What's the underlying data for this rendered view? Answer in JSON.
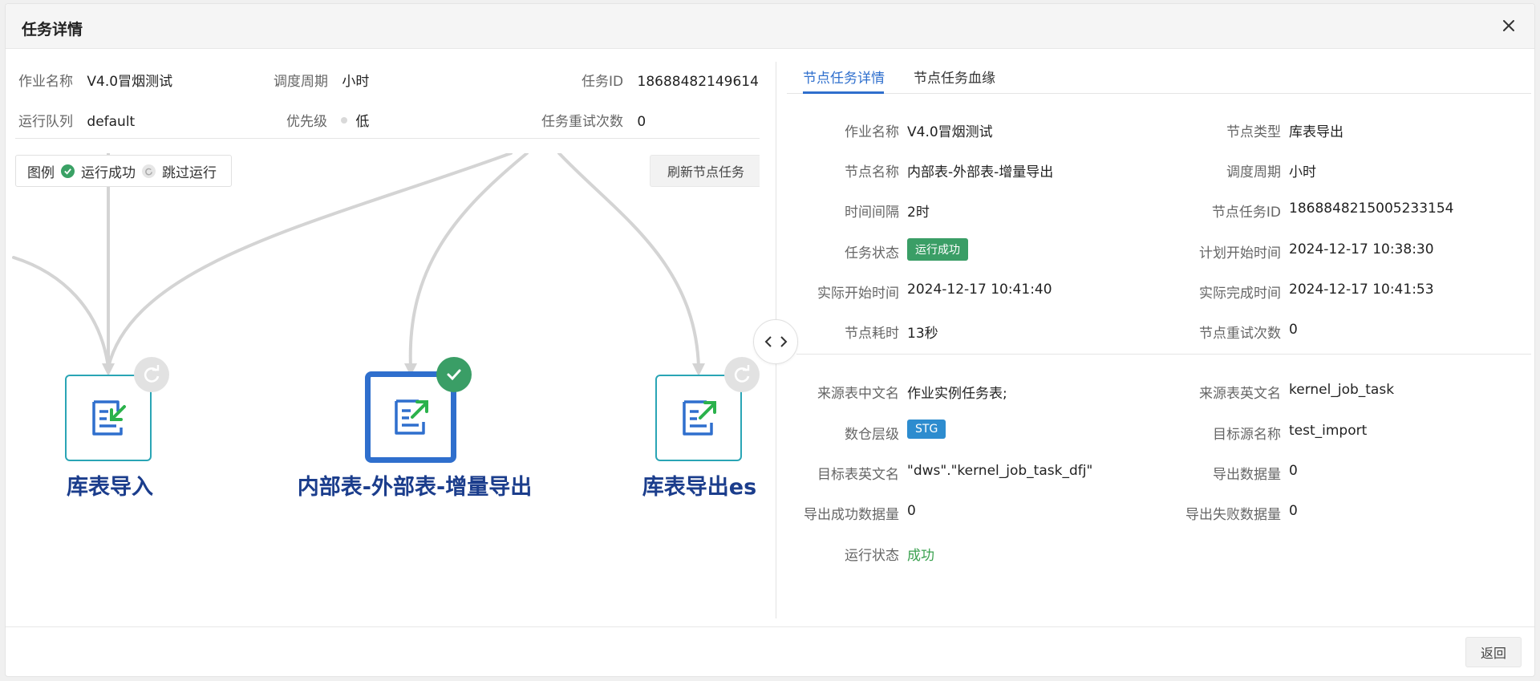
{
  "modal": {
    "title": "任务详情"
  },
  "job_info": {
    "job_name_label": "作业名称",
    "job_name": "V4.0冒烟测试",
    "cycle_label": "调度周期",
    "cycle": "小时",
    "task_id_label": "任务ID",
    "task_id": "18688482149614...",
    "queue_label": "运行队列",
    "queue": "default",
    "priority_label": "优先级",
    "priority": "低",
    "retry_label": "任务重试次数",
    "retry": "0"
  },
  "legend": {
    "title": "图例",
    "success": "运行成功",
    "skip": "跳过运行"
  },
  "refresh_label": "刷新节点任务",
  "graph": {
    "nodes": [
      {
        "label": "库表导入",
        "badge": "skip",
        "icon": "import-doc-icon"
      },
      {
        "label": "内部表-外部表-增量导出",
        "badge": "success",
        "icon": "export-doc-icon"
      },
      {
        "label": "库表导出es",
        "badge": "skip",
        "icon": "export-doc-icon"
      }
    ]
  },
  "tabs": [
    {
      "label": "节点任务详情",
      "active": true
    },
    {
      "label": "节点任务血缘",
      "active": false
    }
  ],
  "detail": {
    "f1": {
      "label": "作业名称",
      "value": "V4.0冒烟测试"
    },
    "f2": {
      "label": "节点类型",
      "value": "库表导出"
    },
    "f3": {
      "label": "节点名称",
      "value": "内部表-外部表-增量导出"
    },
    "f4": {
      "label": "调度周期",
      "value": "小时"
    },
    "f5": {
      "label": "时间间隔",
      "value": "2时"
    },
    "f6": {
      "label": "节点任务ID",
      "value": "1868848215005233154"
    },
    "f7": {
      "label": "任务状态",
      "value": "运行成功"
    },
    "f8": {
      "label": "计划开始时间",
      "value": "2024-12-17 10:38:30"
    },
    "f9": {
      "label": "实际开始时间",
      "value": "2024-12-17 10:41:40"
    },
    "f10": {
      "label": "实际完成时间",
      "value": "2024-12-17 10:41:53"
    },
    "f11": {
      "label": "节点耗时",
      "value": "13秒"
    },
    "f12": {
      "label": "节点重试次数",
      "value": "0"
    },
    "f13": {
      "label": "来源表中文名",
      "value": "作业实例任务表;"
    },
    "f14": {
      "label": "来源表英文名",
      "value": "kernel_job_task"
    },
    "f15": {
      "label": "数仓层级",
      "value": "STG"
    },
    "f16": {
      "label": "目标源名称",
      "value": "test_import"
    },
    "f17": {
      "label": "目标表英文名",
      "value": "\"dws\".\"kernel_job_task_dfj\""
    },
    "f18": {
      "label": "导出数据量",
      "value": "0"
    },
    "f19": {
      "label": "导出成功数据量",
      "value": "0"
    },
    "f20": {
      "label": "导出失败数据量",
      "value": "0"
    },
    "f21": {
      "label": "运行状态",
      "value": "成功"
    }
  },
  "footer": {
    "back_label": "返回"
  },
  "colors": {
    "primary": "#2f6fcd",
    "success": "#3a9e66",
    "node_border": "#2aa5b5",
    "node_label": "#1b3d8c",
    "stg_tag": "#2d8ccf"
  }
}
